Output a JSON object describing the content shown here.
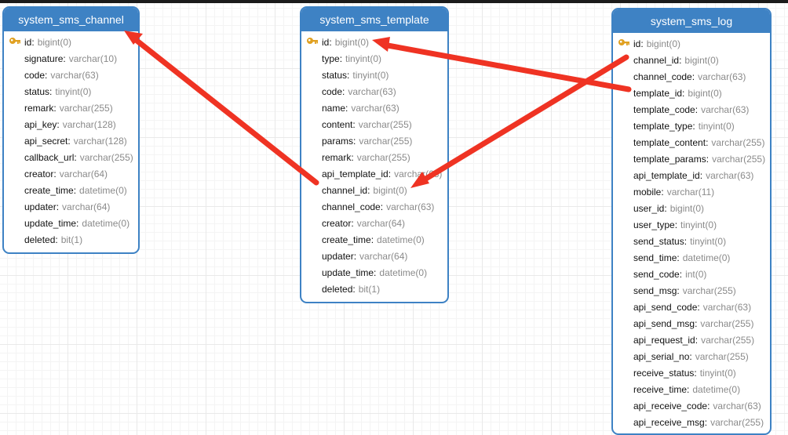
{
  "theme": {
    "header_color": "#3e82c4",
    "arrow_color": "#ef3323",
    "key_icon_color": "#e0a020"
  },
  "tables": {
    "channel": {
      "name": "system_sms_channel",
      "columns": [
        {
          "name": "id",
          "type": "bigint(0)",
          "key": true
        },
        {
          "name": "signature",
          "type": "varchar(10)"
        },
        {
          "name": "code",
          "type": "varchar(63)"
        },
        {
          "name": "status",
          "type": "tinyint(0)"
        },
        {
          "name": "remark",
          "type": "varchar(255)"
        },
        {
          "name": "api_key",
          "type": "varchar(128)"
        },
        {
          "name": "api_secret",
          "type": "varchar(128)"
        },
        {
          "name": "callback_url",
          "type": "varchar(255)"
        },
        {
          "name": "creator",
          "type": "varchar(64)"
        },
        {
          "name": "create_time",
          "type": "datetime(0)"
        },
        {
          "name": "updater",
          "type": "varchar(64)"
        },
        {
          "name": "update_time",
          "type": "datetime(0)"
        },
        {
          "name": "deleted",
          "type": "bit(1)"
        }
      ]
    },
    "template": {
      "name": "system_sms_template",
      "columns": [
        {
          "name": "id",
          "type": "bigint(0)",
          "key": true
        },
        {
          "name": "type",
          "type": "tinyint(0)"
        },
        {
          "name": "status",
          "type": "tinyint(0)"
        },
        {
          "name": "code",
          "type": "varchar(63)"
        },
        {
          "name": "name",
          "type": "varchar(63)"
        },
        {
          "name": "content",
          "type": "varchar(255)"
        },
        {
          "name": "params",
          "type": "varchar(255)"
        },
        {
          "name": "remark",
          "type": "varchar(255)"
        },
        {
          "name": "api_template_id",
          "type": "varchar(63)"
        },
        {
          "name": "channel_id",
          "type": "bigint(0)"
        },
        {
          "name": "channel_code",
          "type": "varchar(63)"
        },
        {
          "name": "creator",
          "type": "varchar(64)"
        },
        {
          "name": "create_time",
          "type": "datetime(0)"
        },
        {
          "name": "updater",
          "type": "varchar(64)"
        },
        {
          "name": "update_time",
          "type": "datetime(0)"
        },
        {
          "name": "deleted",
          "type": "bit(1)"
        }
      ]
    },
    "log": {
      "name": "system_sms_log",
      "columns": [
        {
          "name": "id",
          "type": "bigint(0)",
          "key": true
        },
        {
          "name": "channel_id",
          "type": "bigint(0)"
        },
        {
          "name": "channel_code",
          "type": "varchar(63)"
        },
        {
          "name": "template_id",
          "type": "bigint(0)"
        },
        {
          "name": "template_code",
          "type": "varchar(63)"
        },
        {
          "name": "template_type",
          "type": "tinyint(0)"
        },
        {
          "name": "template_content",
          "type": "varchar(255)"
        },
        {
          "name": "template_params",
          "type": "varchar(255)"
        },
        {
          "name": "api_template_id",
          "type": "varchar(63)"
        },
        {
          "name": "mobile",
          "type": "varchar(11)"
        },
        {
          "name": "user_id",
          "type": "bigint(0)"
        },
        {
          "name": "user_type",
          "type": "tinyint(0)"
        },
        {
          "name": "send_status",
          "type": "tinyint(0)"
        },
        {
          "name": "send_time",
          "type": "datetime(0)"
        },
        {
          "name": "send_code",
          "type": "int(0)"
        },
        {
          "name": "send_msg",
          "type": "varchar(255)"
        },
        {
          "name": "api_send_code",
          "type": "varchar(63)"
        },
        {
          "name": "api_send_msg",
          "type": "varchar(255)"
        },
        {
          "name": "api_request_id",
          "type": "varchar(255)"
        },
        {
          "name": "api_serial_no",
          "type": "varchar(255)"
        },
        {
          "name": "receive_status",
          "type": "tinyint(0)"
        },
        {
          "name": "receive_time",
          "type": "datetime(0)"
        },
        {
          "name": "api_receive_code",
          "type": "varchar(63)"
        },
        {
          "name": "api_receive_msg",
          "type": "varchar(255)"
        }
      ]
    }
  }
}
